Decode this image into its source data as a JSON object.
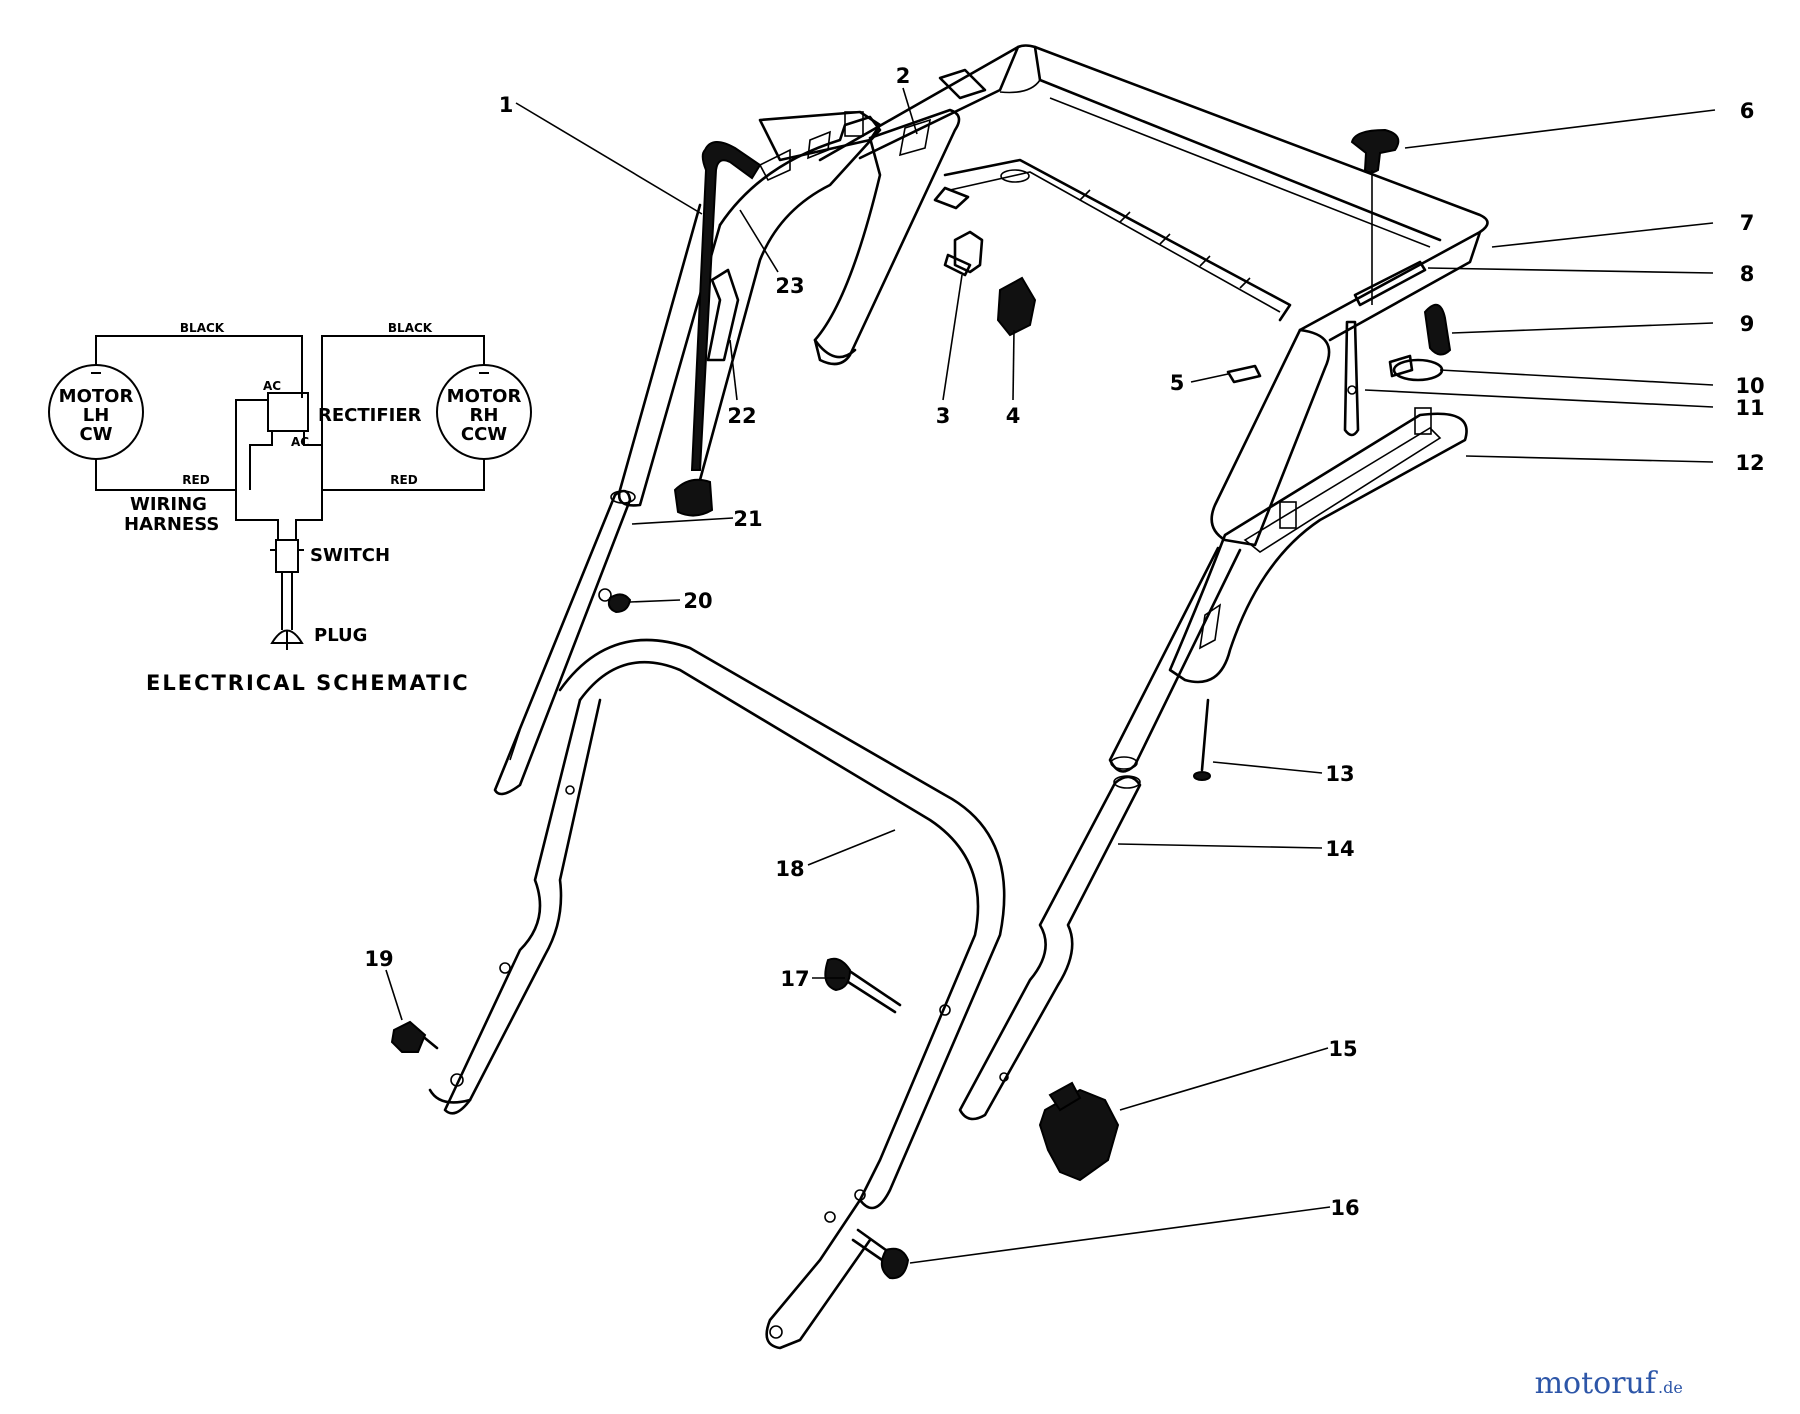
{
  "schematic": {
    "title": "ELECTRICAL SCHEMATIC",
    "motor_left": [
      "MOTOR",
      "LH",
      "CW"
    ],
    "motor_right": [
      "MOTOR",
      "RH",
      "CCW"
    ],
    "wire_black_left": "BLACK",
    "wire_black_right": "BLACK",
    "wire_red_left": "RED",
    "wire_red_right": "RED",
    "ac_top": "AC",
    "ac_bottom": "AC",
    "rectifier": "RECTIFIER",
    "wiring_harness": [
      "WIRING",
      "HARNESS"
    ],
    "switch": "SWITCH",
    "plug": "PLUG"
  },
  "callouts": [
    "1",
    "2",
    "3",
    "4",
    "5",
    "6",
    "7",
    "8",
    "9",
    "10",
    "11",
    "12",
    "13",
    "14",
    "15",
    "16",
    "17",
    "18",
    "19",
    "20",
    "21",
    "22",
    "23"
  ],
  "watermark": {
    "text": "motoruf",
    "suffix": ".de"
  }
}
